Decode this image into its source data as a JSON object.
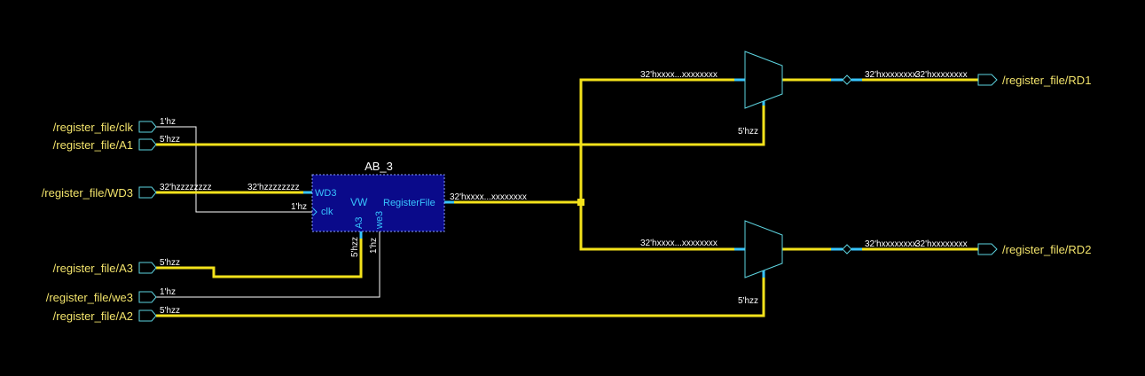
{
  "colors": {
    "background": "#000000",
    "bus": "#f3e21b",
    "bit_wire": "#ffffff",
    "pin": "#38c5ff",
    "block_fill": "#0a0a8a",
    "port_outline": "#5dd4e0",
    "port_label": "#f2e36b"
  },
  "inputs": {
    "clk": {
      "label": "/register_file/clk",
      "value": "1'hz"
    },
    "a1": {
      "label": "/register_file/A1",
      "value": "5'hzz"
    },
    "wd3": {
      "label": "/register_file/WD3",
      "value": "32'hzzzzzzzz"
    },
    "a3": {
      "label": "/register_file/A3",
      "value": "5'hzz"
    },
    "we3": {
      "label": "/register_file/we3",
      "value": "1'hz"
    },
    "a2": {
      "label": "/register_file/A2",
      "value": "5'hzz"
    }
  },
  "outputs": {
    "rd1": {
      "label": "/register_file/RD1"
    },
    "rd2": {
      "label": "/register_file/RD2"
    }
  },
  "block": {
    "title": "AB_3",
    "type_label": "VW",
    "name": "RegisterFile",
    "pins": {
      "wd3": "WD3",
      "clk": "clk",
      "a3": "A3",
      "we3": "we3"
    },
    "pin_values": {
      "wd3": "32'hzzzzzzzz",
      "clk": "1'hz",
      "a3": "5'hzz",
      "we3": "1'hz"
    },
    "output_value": "32'hxxxx...xxxxxxxx"
  },
  "mux_top": {
    "in_value": "32'hxxxx...xxxxxxxx",
    "sel_value": "5'hzz",
    "out_value_a": "32'hxxxxxxxx",
    "out_value_b": "32'hxxxxxxxx"
  },
  "mux_bottom": {
    "in_value": "32'hxxxx...xxxxxxxx",
    "sel_value": "5'hzz",
    "out_value_a": "32'hxxxxxxxx",
    "out_value_b": "32'hxxxxxxxx"
  }
}
